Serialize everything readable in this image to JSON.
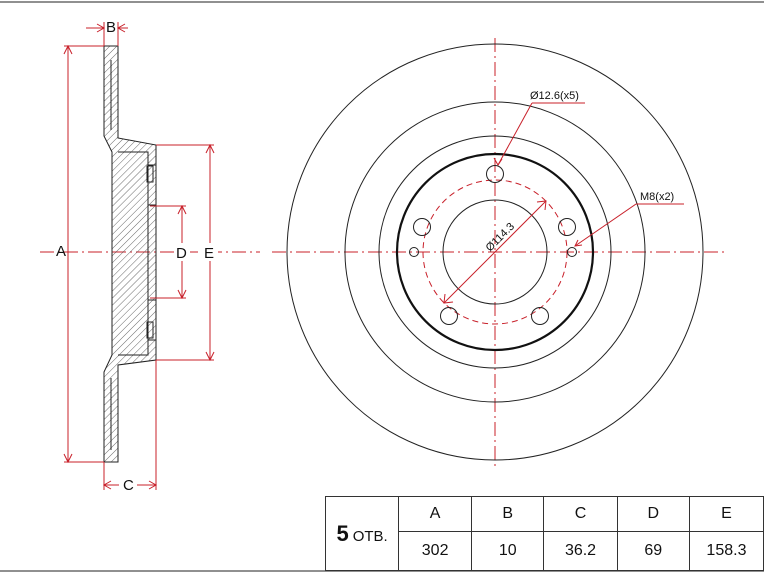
{
  "labels": {
    "A": "A",
    "B": "B",
    "C": "C",
    "D": "D",
    "E": "E",
    "stud_hole": "Ø12.6(x5)",
    "pcd": "Ø114.3",
    "thread": "M8(x2)"
  },
  "table": {
    "holes_count": "5",
    "holes_unit": "ОТВ.",
    "headers": [
      "A",
      "B",
      "C",
      "D",
      "E"
    ],
    "values": [
      "302",
      "10",
      "36.2",
      "69",
      "158.3"
    ]
  },
  "colors": {
    "dimension": "#c8202a",
    "outline": "#111111"
  }
}
